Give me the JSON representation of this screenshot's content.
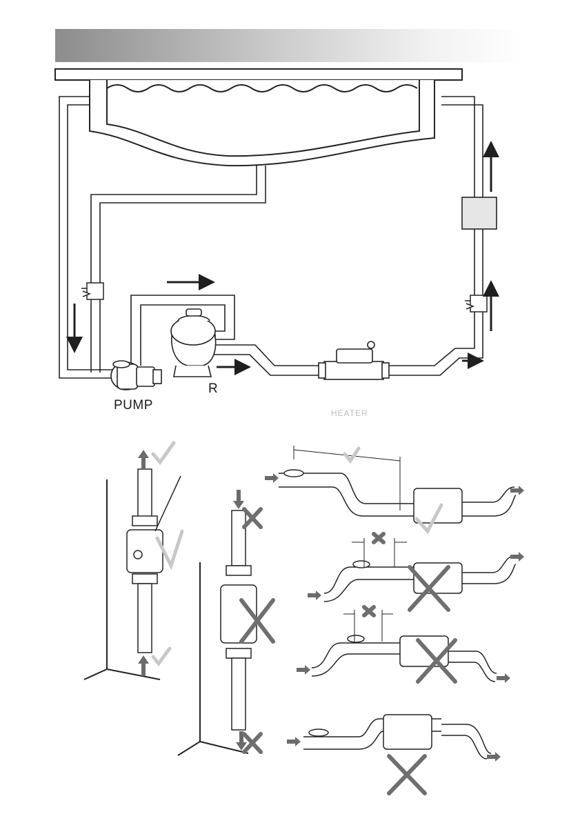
{
  "labels": {
    "pump": "PUMP",
    "filter_partial": "R",
    "heater_partial": "HEATER"
  },
  "colors": {
    "header_dark": "#8c8c8c",
    "pipe_line": "#222222",
    "arrow": "#1f1f1f",
    "gray_arrow": "#6b6b6b",
    "check_mark": "#c8c8c8",
    "cross_mark": "#6f6f6f",
    "box_fill": "#e6e6e6"
  },
  "icons": [
    "check-mark-icon",
    "cross-mark-icon",
    "flow-arrow-icon",
    "check-valve-icon"
  ]
}
